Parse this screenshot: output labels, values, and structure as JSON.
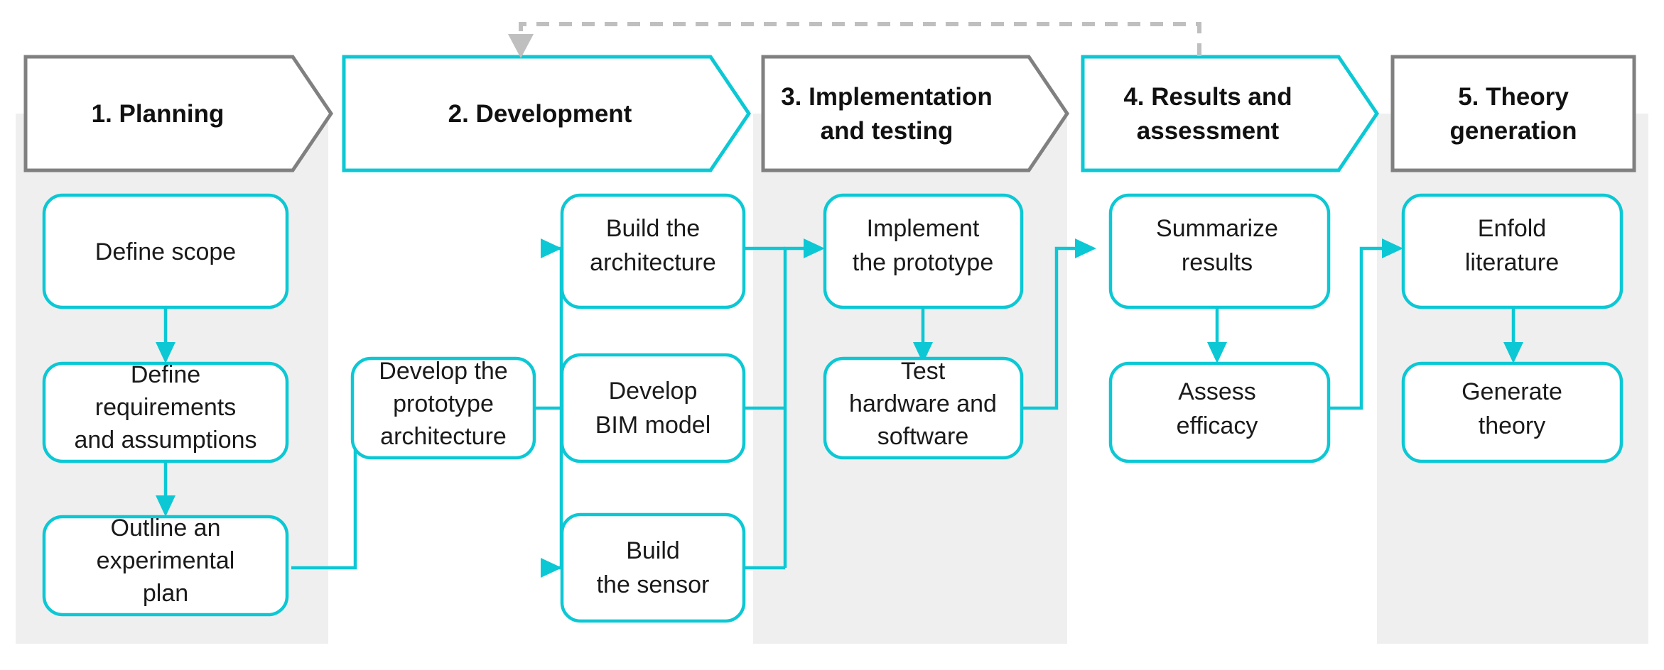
{
  "diagram": {
    "title": "Research methodology phase flowchart",
    "colors": {
      "accent_teal": "#0cc8d4",
      "phase_gray": "#808080",
      "band_gray": "#efefef",
      "feedback_gray": "#bfbfbf",
      "text": "#1a1a1a",
      "background": "#ffffff"
    },
    "phases": [
      {
        "id": "phase-1",
        "number": "1.",
        "label": "1. Planning",
        "label_lines": [
          "1. Planning"
        ],
        "accent": "gray",
        "shape": "chevron",
        "banded": true
      },
      {
        "id": "phase-2",
        "number": "2.",
        "label": "2. Development",
        "label_lines": [
          "2. Development"
        ],
        "accent": "teal",
        "shape": "chevron",
        "banded": false
      },
      {
        "id": "phase-3",
        "number": "3.",
        "label": "3. Implementation and testing",
        "label_lines": [
          "3. Implementation",
          "and testing"
        ],
        "accent": "gray",
        "shape": "chevron",
        "banded": true
      },
      {
        "id": "phase-4",
        "number": "4.",
        "label": "4. Results and assessment",
        "label_lines": [
          "4. Results and",
          "assessment"
        ],
        "accent": "teal",
        "shape": "chevron",
        "banded": false
      },
      {
        "id": "phase-5",
        "number": "5.",
        "label": "5. Theory generation",
        "label_lines": [
          "5. Theory",
          "generation"
        ],
        "accent": "gray",
        "shape": "rectangle",
        "banded": true
      }
    ],
    "tasks": [
      {
        "id": "task-define-scope",
        "phase": "phase-1",
        "label": "Define scope",
        "lines": [
          "Define scope"
        ]
      },
      {
        "id": "task-define-requirements",
        "phase": "phase-1",
        "label": "Define requirements and assumptions",
        "lines": [
          "Define",
          "requirements",
          "and assumptions"
        ]
      },
      {
        "id": "task-outline-plan",
        "phase": "phase-1",
        "label": "Outline an experimental plan",
        "lines": [
          "Outline an",
          "experimental",
          "plan"
        ]
      },
      {
        "id": "task-develop-architecture",
        "phase": "phase-2",
        "label": "Develop the prototype architecture",
        "lines": [
          "Develop the",
          "prototype",
          "architecture"
        ]
      },
      {
        "id": "task-build-architecture",
        "phase": "phase-2",
        "label": "Build the architecture",
        "lines": [
          "Build the",
          "architecture"
        ]
      },
      {
        "id": "task-develop-bim",
        "phase": "phase-2",
        "label": "Develop BIM model",
        "lines": [
          "Develop",
          "BIM model"
        ]
      },
      {
        "id": "task-build-sensor",
        "phase": "phase-2",
        "label": "Build the sensor",
        "lines": [
          "Build",
          "the sensor"
        ]
      },
      {
        "id": "task-implement-prototype",
        "phase": "phase-3",
        "label": "Implement the prototype",
        "lines": [
          "Implement",
          "the prototype"
        ]
      },
      {
        "id": "task-test-hw-sw",
        "phase": "phase-3",
        "label": "Test hardware and software",
        "lines": [
          "Test",
          "hardware and",
          "software"
        ]
      },
      {
        "id": "task-summarize-results",
        "phase": "phase-4",
        "label": "Summarize results",
        "lines": [
          "Summarize",
          "results"
        ]
      },
      {
        "id": "task-assess-efficacy",
        "phase": "phase-4",
        "label": "Assess efficacy",
        "lines": [
          "Assess",
          "efficacy"
        ]
      },
      {
        "id": "task-enfold-literature",
        "phase": "phase-5",
        "label": "Enfold literature",
        "lines": [
          "Enfold",
          "literature"
        ]
      },
      {
        "id": "task-generate-theory",
        "phase": "phase-5",
        "label": "Generate theory",
        "lines": [
          "Generate",
          "theory"
        ]
      }
    ],
    "connections": [
      {
        "id": "conn-scope-to-requirements",
        "from": "task-define-scope",
        "to": "task-define-requirements",
        "style": "solid-teal",
        "arrow": true
      },
      {
        "id": "conn-requirements-to-outline",
        "from": "task-define-requirements",
        "to": "task-outline-plan",
        "style": "solid-teal",
        "arrow": true
      },
      {
        "id": "conn-outline-to-develop-arch",
        "from": "task-outline-plan",
        "to": "task-develop-architecture",
        "style": "solid-teal",
        "arrow": true
      },
      {
        "id": "conn-develop-to-build-arch",
        "from": "task-develop-architecture",
        "to": "task-build-architecture",
        "style": "solid-teal",
        "arrow": true
      },
      {
        "id": "conn-develop-to-bim",
        "from": "task-develop-architecture",
        "to": "task-develop-bim",
        "style": "solid-teal",
        "arrow": false
      },
      {
        "id": "conn-develop-to-sensor",
        "from": "task-develop-architecture",
        "to": "task-build-sensor",
        "style": "solid-teal",
        "arrow": true
      },
      {
        "id": "conn-dev-merge-to-implement",
        "from": "task-build-architecture",
        "to": "task-implement-prototype",
        "style": "solid-teal",
        "arrow": true
      },
      {
        "id": "conn-implement-to-test",
        "from": "task-implement-prototype",
        "to": "task-test-hw-sw",
        "style": "solid-teal",
        "arrow": true
      },
      {
        "id": "conn-test-to-summarize",
        "from": "task-test-hw-sw",
        "to": "task-summarize-results",
        "style": "solid-teal",
        "arrow": true
      },
      {
        "id": "conn-summarize-to-assess",
        "from": "task-summarize-results",
        "to": "task-assess-efficacy",
        "style": "solid-teal",
        "arrow": true
      },
      {
        "id": "conn-assess-to-enfold",
        "from": "task-assess-efficacy",
        "to": "task-enfold-literature",
        "style": "solid-teal",
        "arrow": true
      },
      {
        "id": "conn-enfold-to-generate",
        "from": "task-enfold-literature",
        "to": "task-generate-theory",
        "style": "solid-teal",
        "arrow": true
      },
      {
        "id": "conn-feedback-results-to-development",
        "from": "phase-4",
        "to": "phase-2",
        "style": "dashed-gray",
        "arrow": true
      }
    ]
  }
}
